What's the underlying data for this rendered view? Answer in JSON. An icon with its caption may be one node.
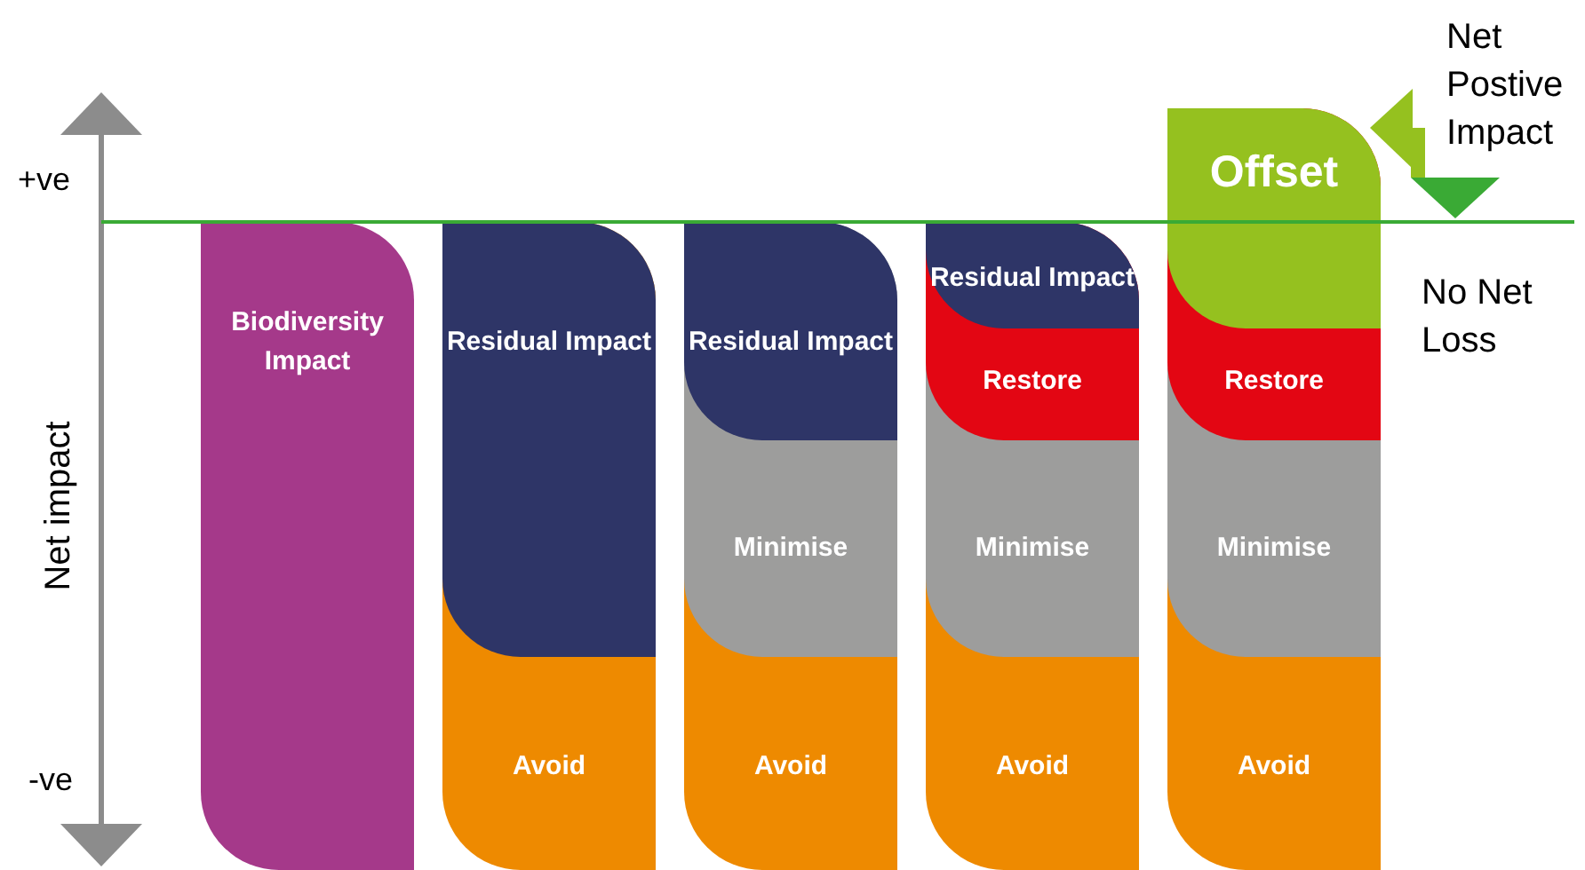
{
  "diagram": {
    "nodes": [
      {
        "text": [
          "Biodiversity Impact"
        ]
      },
      {
        "text": [
          "Residual Impact"
        ]
      },
      {
        "text": [
          "Avoid"
        ]
      },
      {
        "text": [
          "Residual Impact"
        ]
      },
      {
        "text": [
          "Minimise"
        ]
      },
      {
        "text": [
          "Avoid"
        ]
      },
      {
        "text": [
          "Residual Impact"
        ]
      },
      {
        "text": [
          "Restore"
        ]
      },
      {
        "text": [
          "Minimise"
        ]
      },
      {
        "text": [
          "Avoid"
        ]
      },
      {
        "text": [
          "Offset"
        ]
      },
      {
        "text": [
          "Restore"
        ]
      },
      {
        "text": [
          "Minimise"
        ]
      },
      {
        "text": [
          "Avoid"
        ]
      }
    ],
    "labels": [
      "Net Postive Impact",
      "+ve",
      "No Net Loss",
      "Net impact",
      "-ve"
    ]
  }
}
